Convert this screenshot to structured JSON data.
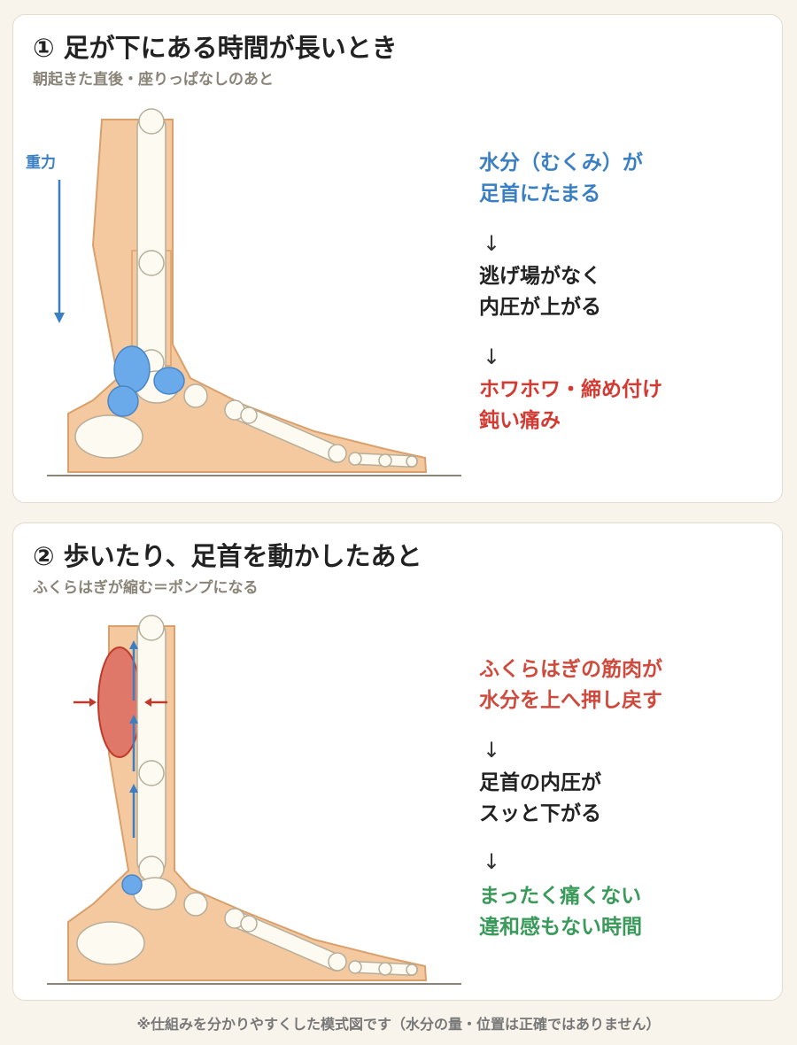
{
  "panel1": {
    "title": "① 足が下にある時間が長いとき",
    "subtitle": "朝起きた直後・座りっぱなしのあと",
    "gravity_label": "重力",
    "text1": "水分（むくみ）が\n足首にたまる",
    "arrow": "↓",
    "text2": "逃げ場がなく\n内圧が上がる",
    "text3": "ホワホワ・締め付け\n鈍い痛み"
  },
  "panel2": {
    "title": "② 歩いたり、足首を動かしたあと",
    "subtitle": "ふくらはぎが縮む＝ポンプになる",
    "text1": "ふくらはぎの筋肉が\n水分を上へ押し戻す",
    "arrow": "↓",
    "text2": "足首の内圧が\nスッと下がる",
    "text3": "まったく痛くない\n違和感もない時間"
  },
  "footnote": "※仕組みを分かりやすくした模式図です（水分の量・位置は正確ではありません）",
  "colors": {
    "skin": "#f4c9a0",
    "skin_stroke": "#d9a06c",
    "bone": "#fdfaf1",
    "fluid": "#6aaaea",
    "muscle": "#e0786a",
    "arrow_blue": "#3a7fc4",
    "arrow_red": "#c0392b"
  }
}
